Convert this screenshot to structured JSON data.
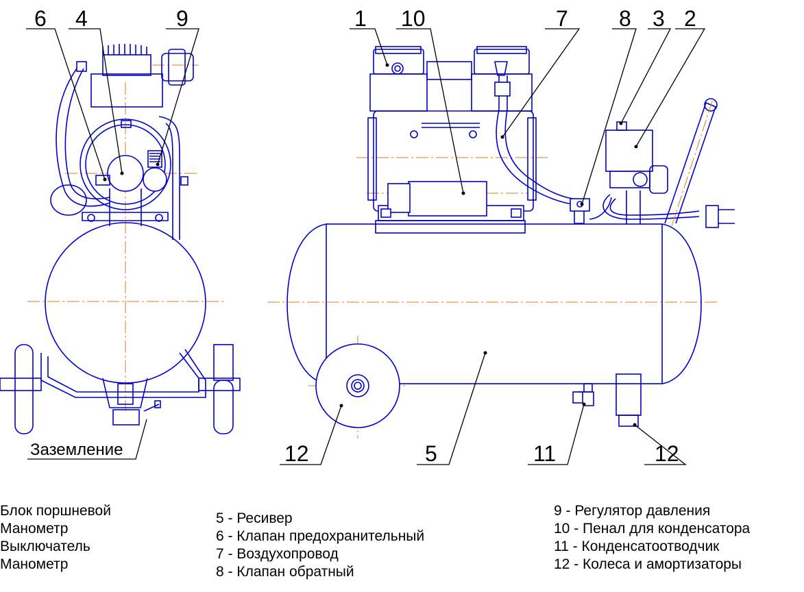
{
  "callouts": {
    "n1": "1",
    "n2": "2",
    "n3": "3",
    "n4": "4",
    "n5": "5",
    "n6": "6",
    "n7": "7",
    "n8": "8",
    "n9": "9",
    "n10": "10",
    "n11": "11",
    "n12a": "12",
    "n12b": "12"
  },
  "ground_label": "Заземление",
  "legend": {
    "col1": [
      "Блок поршневой",
      "Манометр",
      "Выключатель",
      "Манометр"
    ],
    "col2": [
      "5 - Ресивер",
      "6 - Клапан предохранительный",
      "7 - Воздухопровод",
      "8 - Клапан обратный"
    ],
    "col3": [
      "9 - Регулятор давления",
      "10 - Пенал для конденсатора",
      "11 - Конденсатоотводчик",
      "12 - Колеса и амортизаторы"
    ]
  }
}
